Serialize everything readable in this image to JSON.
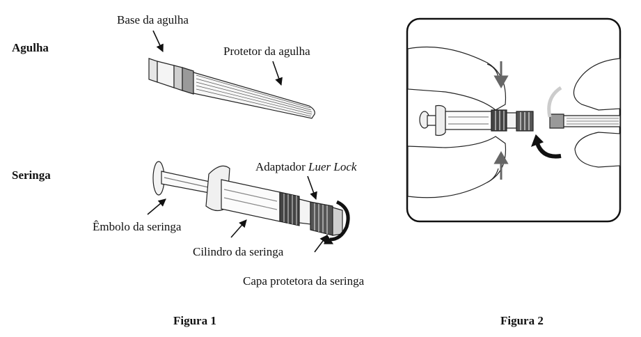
{
  "figure1": {
    "needle_title": "Agulha",
    "syringe_title": "Seringa",
    "labels": {
      "needle_base": "Base da agulha",
      "needle_cover": "Protetor da agulha",
      "luer_adapter_prefix": "Adaptador ",
      "luer_adapter_italic": "Luer Lock",
      "plunger": "Êmbolo da seringa",
      "barrel": "Cilindro da seringa",
      "syringe_cap": "Capa protetora da seringa"
    },
    "caption": "Figura 1"
  },
  "figure2": {
    "caption": "Figura 2"
  }
}
